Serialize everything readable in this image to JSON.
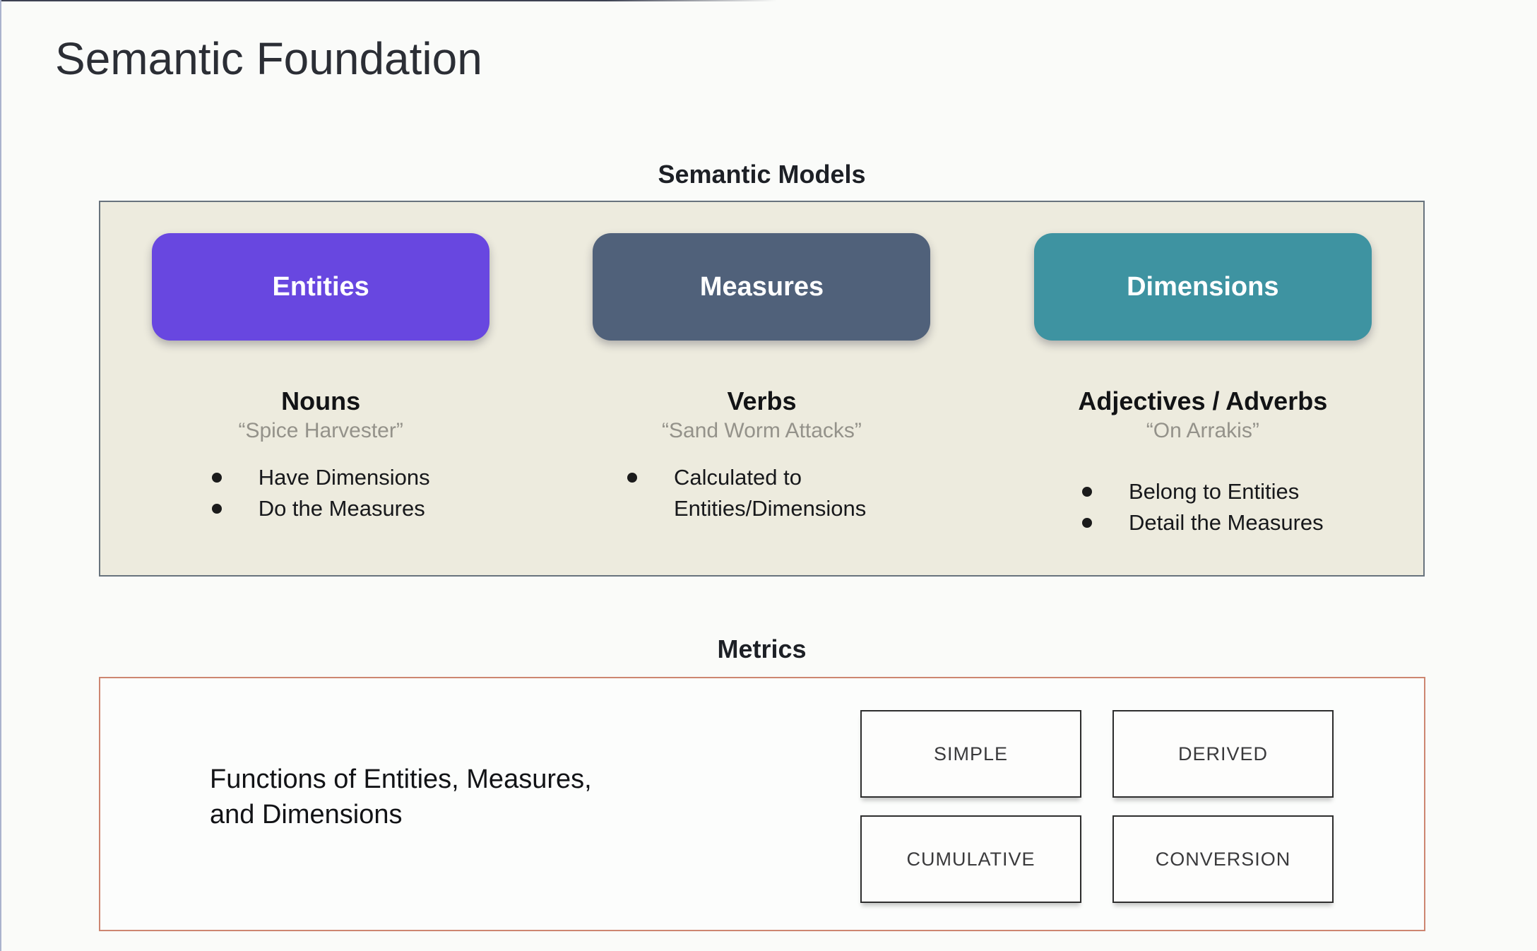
{
  "slide": {
    "title": "Semantic Foundation"
  },
  "semantic_models": {
    "heading": "Semantic Models",
    "columns": [
      {
        "button_label": "Entities",
        "button_color": "#6847e0",
        "heading": "Nouns",
        "quote": "“Spice Harvester”",
        "bullets": [
          "Have Dimensions",
          "Do the Measures"
        ]
      },
      {
        "button_label": "Measures",
        "button_color": "#50617a",
        "heading": "Verbs",
        "quote": "“Sand Worm Attacks”",
        "bullets": [
          "Calculated to Entities/Dimensions"
        ]
      },
      {
        "button_label": "Dimensions",
        "button_color": "#3e93a1",
        "heading": "Adjectives / Adverbs",
        "quote": "“On Arrakis”",
        "bullets": [
          "Belong to Entities",
          "Detail the Measures"
        ]
      }
    ]
  },
  "metrics": {
    "heading": "Metrics",
    "description": "Functions of Entities, Measures,\nand Dimensions",
    "types": [
      "SIMPLE",
      "DERIVED",
      "CUMULATIVE",
      "CONVERSION"
    ]
  },
  "colors": {
    "page_background": "#fafbf9",
    "models_panel_background": "#edebde",
    "models_panel_border": "#68737d",
    "metrics_panel_border": "#cd8671",
    "entities_button": "#6847e0",
    "measures_button": "#50617a",
    "dimensions_button": "#3e93a1"
  }
}
